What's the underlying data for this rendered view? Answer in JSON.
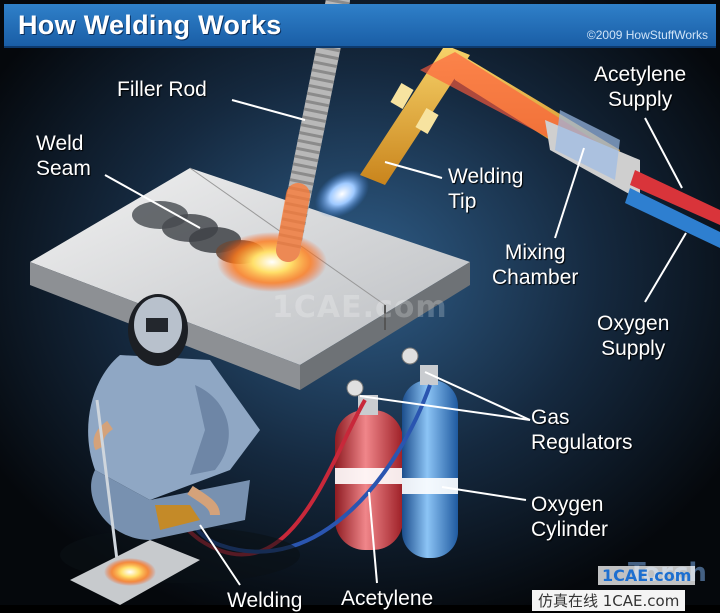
{
  "header": {
    "title": "How Welding Works",
    "copyright": "©2009 HowStuffWorks"
  },
  "labels": {
    "filler_rod": "Filler Rod",
    "weld_seam": [
      "Weld",
      "Seam"
    ],
    "welding_tip": [
      "Welding",
      "Tip"
    ],
    "acetylene_supply": [
      "Acetylene",
      "Supply"
    ],
    "mixing_chamber": [
      "Mixing",
      "Chamber"
    ],
    "oxygen_supply": [
      "Oxygen",
      "Supply"
    ],
    "gas_regulators": [
      "Gas",
      "Regulators"
    ],
    "oxygen_cylinder": [
      "Oxygen",
      "Cylinder"
    ],
    "welding_bottom": "Welding",
    "acetylene_bottom": "Acetylene"
  },
  "watermarks": {
    "middle": "1CAE.com",
    "torch": "Torch",
    "bottom_right": "1CAE.com",
    "bottom": "仿真在线 1CAE.com"
  },
  "colors": {
    "background": "#000000",
    "title_bar": "#2f80c9",
    "acetylene_cylinder": "#d9343a",
    "oxygen_cylinder": "#2e7fd0",
    "torch_tube": "#e0a42c",
    "flame_core": "#9ec9ff",
    "hot_metal": "#ffb020"
  }
}
